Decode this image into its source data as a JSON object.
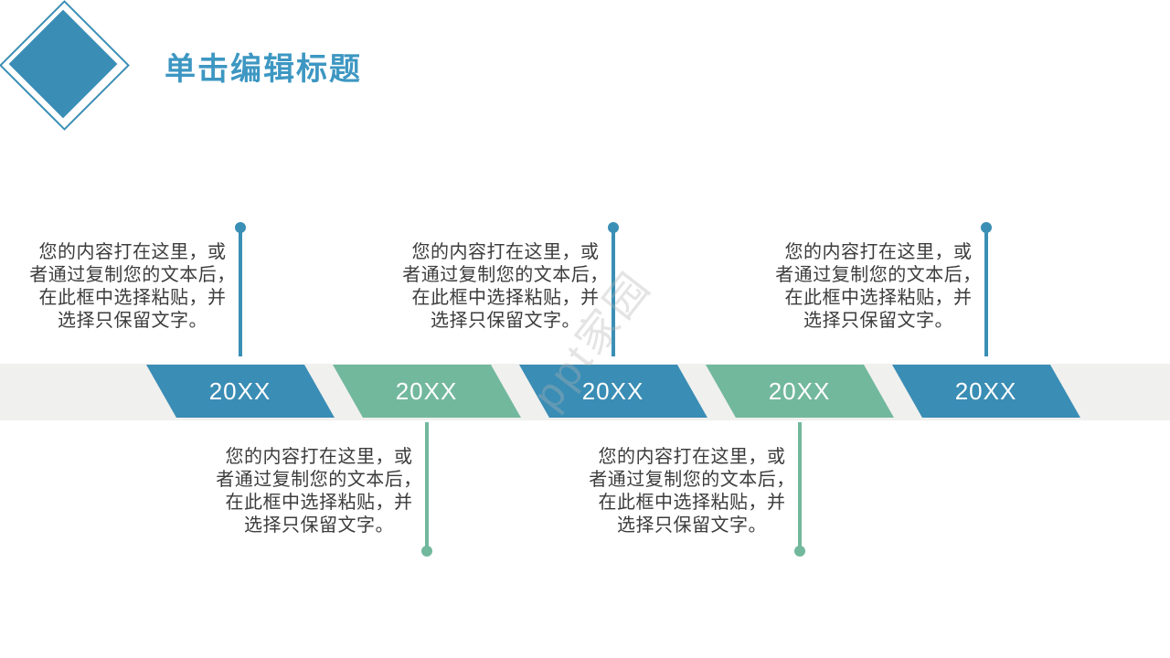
{
  "slide": {
    "title": "单击编辑标题",
    "watermark": "ppt家园"
  },
  "colors": {
    "accent_blue": "#3a8db5",
    "accent_green": "#72b89d",
    "title_blue": "#3d97c2",
    "band_gray": "#f0f0ee",
    "body_text": "#3c3c3c",
    "label_text": "#ffffff"
  },
  "timeline": {
    "items": [
      {
        "label": "20XX",
        "color": "#3a8db5",
        "callout_position": "top",
        "text": "您的内容打在这里，或\n者通过复制您的文本后，\n在此框中选择粘贴，并\n选择只保留文字。"
      },
      {
        "label": "20XX",
        "color": "#72b89d",
        "callout_position": "bottom",
        "text": "您的内容打在这里，或\n者通过复制您的文本后，\n在此框中选择粘贴，并\n选择只保留文字。"
      },
      {
        "label": "20XX",
        "color": "#3a8db5",
        "callout_position": "top",
        "text": "您的内容打在这里，或\n者通过复制您的文本后，\n在此框中选择粘贴，并\n选择只保留文字。"
      },
      {
        "label": "20XX",
        "color": "#72b89d",
        "callout_position": "bottom",
        "text": "您的内容打在这里，或\n者通过复制您的文本后，\n在此框中选择粘贴，并\n选择只保留文字。"
      },
      {
        "label": "20XX",
        "color": "#3a8db5",
        "callout_position": "top",
        "text": "您的内容打在这里，或\n者通过复制您的文本后，\n在此框中选择粘贴，并\n选择只保留文字。"
      }
    ]
  }
}
